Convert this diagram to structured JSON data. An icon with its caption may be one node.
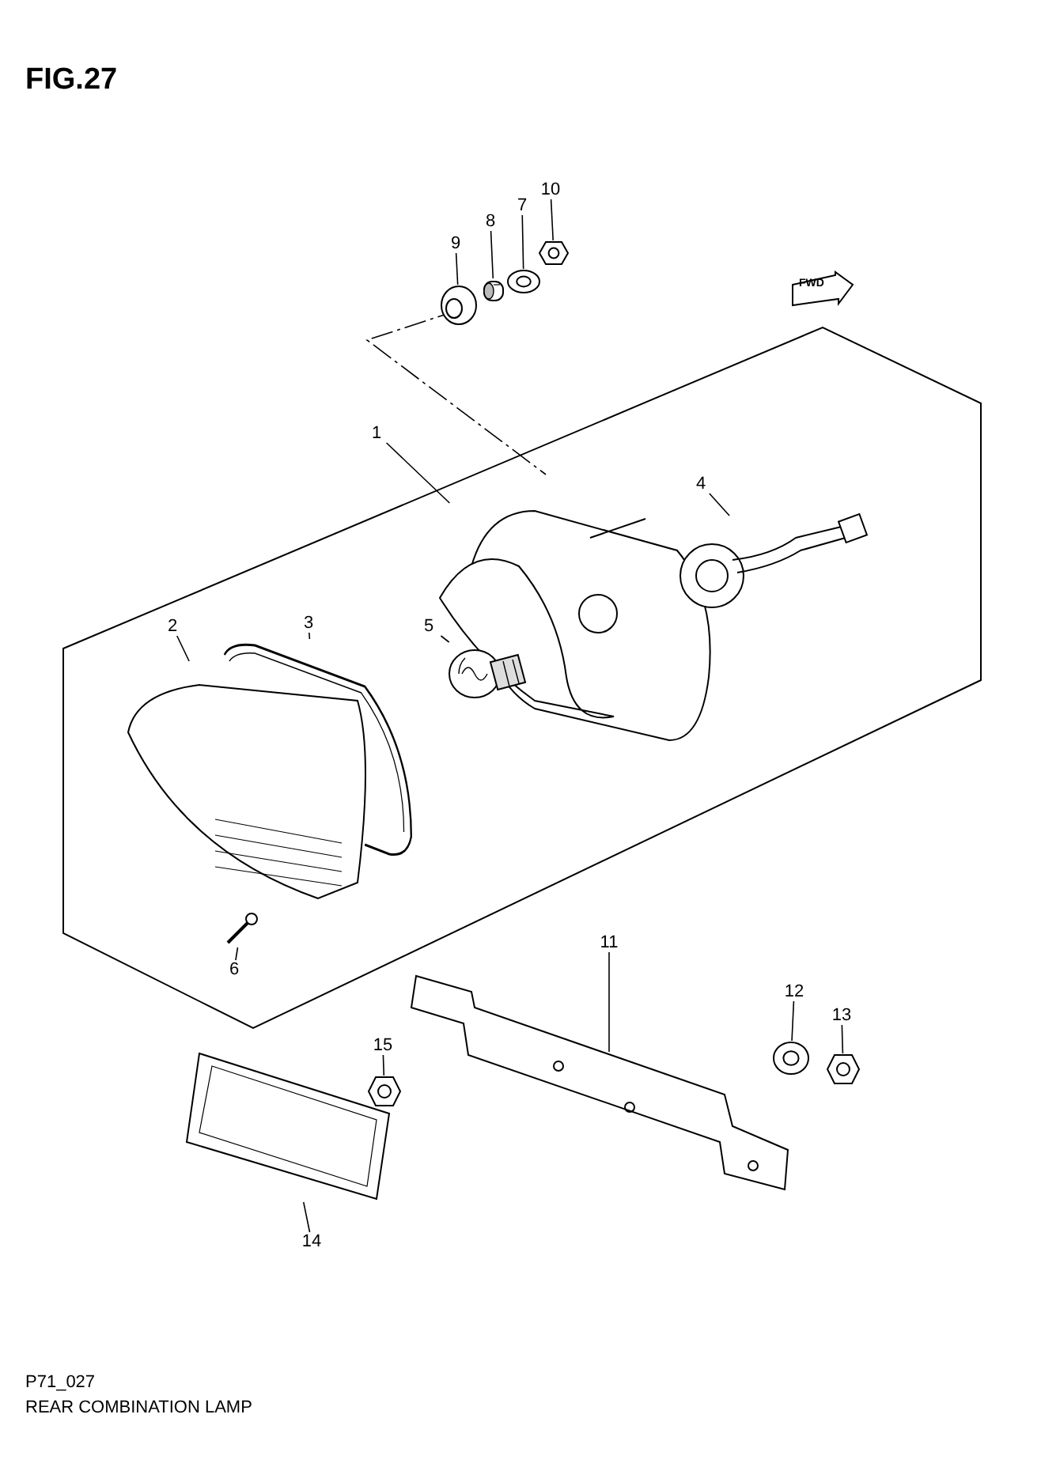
{
  "diagram": {
    "title": "FIG.27",
    "caption": "REAR COMBINATION LAMP",
    "nodes": [
      {
        "text": [
          "1"
        ]
      },
      {
        "text": [
          "2"
        ]
      },
      {
        "text": [
          "3"
        ]
      },
      {
        "text": [
          "4"
        ]
      },
      {
        "text": [
          "5"
        ]
      },
      {
        "text": [
          "6"
        ]
      },
      {
        "text": [
          "7"
        ]
      },
      {
        "text": [
          "8"
        ]
      },
      {
        "text": [
          "9"
        ]
      },
      {
        "text": [
          "10"
        ]
      },
      {
        "text": [
          "11"
        ]
      },
      {
        "text": [
          "12"
        ]
      },
      {
        "text": [
          "13"
        ]
      },
      {
        "text": [
          "14"
        ]
      },
      {
        "text": [
          "15"
        ]
      },
      {
        "text": [],
        "shape": "picture"
      },
      {
        "text": [],
        "shape": "picture"
      },
      {
        "text": [],
        "shape": "picture"
      },
      {
        "text": [],
        "shape": "picture"
      },
      {
        "text": [],
        "shape": "picture"
      },
      {
        "text": [],
        "shape": "picture"
      },
      {
        "text": [],
        "shape": "picture"
      },
      {
        "text": [],
        "shape": "picture"
      },
      {
        "text": [],
        "shape": "picture"
      },
      {
        "text": [],
        "shape": "picture"
      },
      {
        "text": [],
        "shape": "picture"
      },
      {
        "text": [],
        "shape": "picture"
      },
      {
        "text": [],
        "shape": "picture"
      },
      {
        "text": [],
        "shape": "picture"
      },
      {
        "text": [],
        "shape": "picture"
      }
    ],
    "edges": [
      {
        "from": 0,
        "to": 15,
        "arrow": "none"
      },
      {
        "from": 1,
        "to": 16,
        "arrow": "none"
      },
      {
        "from": 2,
        "to": 17,
        "arrow": "none"
      },
      {
        "from": 3,
        "to": 18,
        "arrow": "none"
      },
      {
        "from": 4,
        "to": 19,
        "arrow": "none"
      },
      {
        "from": 5,
        "to": 20,
        "arrow": "none"
      },
      {
        "from": 6,
        "to": 21,
        "arrow": "none"
      },
      {
        "from": 7,
        "to": 22,
        "arrow": "none"
      },
      {
        "from": 8,
        "to": 23,
        "arrow": "none"
      },
      {
        "from": 9,
        "to": 24,
        "arrow": "none"
      },
      {
        "from": 10,
        "to": 25,
        "arrow": "none"
      },
      {
        "from": 11,
        "to": 26,
        "arrow": "none"
      },
      {
        "from": 12,
        "to": 27,
        "arrow": "none"
      },
      {
        "from": 13,
        "to": 28,
        "arrow": "none"
      },
      {
        "from": 14,
        "to": 29,
        "arrow": "none"
      }
    ],
    "labels": [
      "FWD",
      "P71_027"
    ]
  }
}
